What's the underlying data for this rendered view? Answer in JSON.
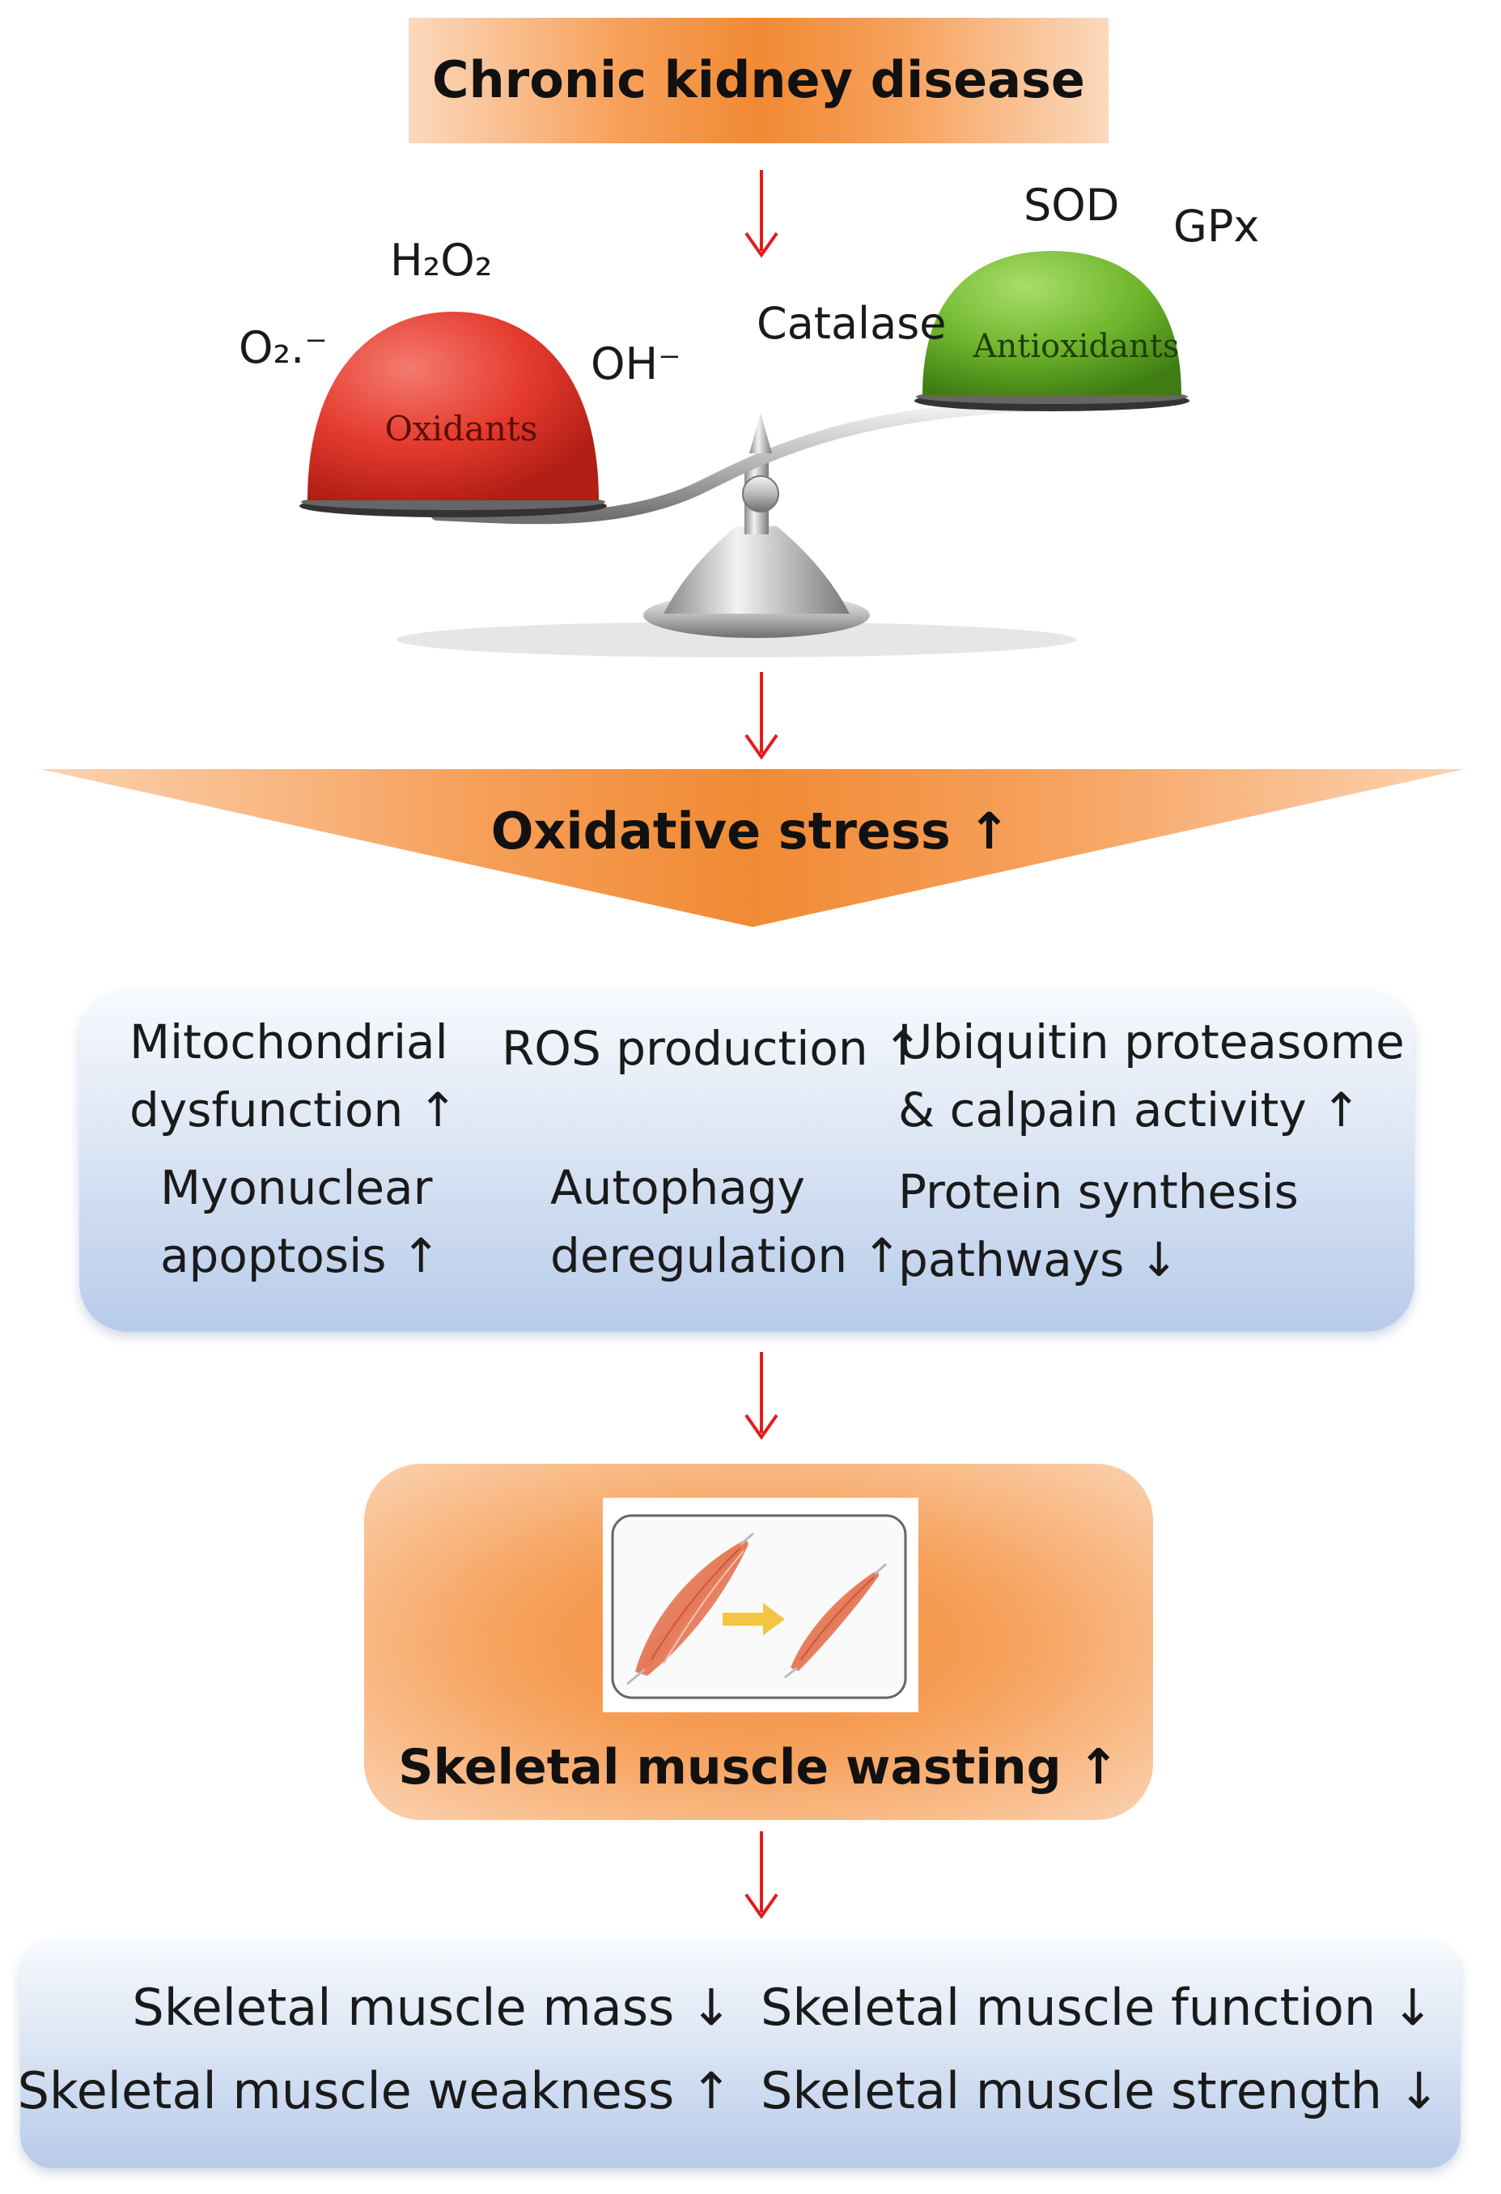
{
  "top_banner": {
    "text": "Chronic kidney disease"
  },
  "oxidants": {
    "label": "Oxidants",
    "species": {
      "superoxide": "O₂.⁻",
      "peroxide": "H₂O₂",
      "hydroxyl": "OH⁻"
    }
  },
  "antioxidants": {
    "label": "Antioxidants",
    "enzymes": {
      "sod": "SOD",
      "gpx": "GPx",
      "catalase": "Catalase"
    }
  },
  "oxidative_stress": {
    "text": "Oxidative stress ↑"
  },
  "effects": {
    "mito_line1": "Mitochondrial",
    "mito_line2": "dysfunction ↑",
    "ros": "ROS production ↑",
    "ubi_line1": "Ubiquitin proteasome",
    "ubi_line2": "& calpain activity ↑",
    "myo_line1": "Myonuclear",
    "myo_line2": "apoptosis ↑",
    "auto_line1": "Autophagy",
    "auto_line2": "deregulation ↑",
    "prot_line1": "Protein synthesis",
    "prot_line2": "pathways  ↓"
  },
  "wasting": {
    "text": "Skeletal muscle wasting ↑"
  },
  "outcomes": {
    "mass": "Skeletal muscle mass ↓",
    "function": "Skeletal muscle function ↓",
    "weakness": "Skeletal muscle weakness ↑",
    "strength": "Skeletal muscle strength ↓"
  },
  "colors": {
    "arrow": "#e31b1b",
    "oxidant_red": "#e53a2e",
    "antioxidant_green": "#6fb52c",
    "orange": "#f18a34"
  }
}
